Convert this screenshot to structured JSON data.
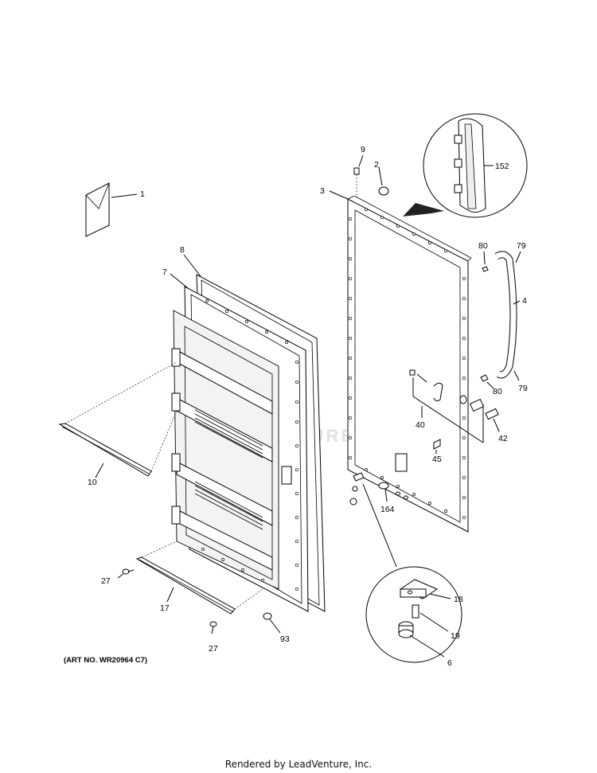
{
  "diagram": {
    "art_number": "(ART NO. WR20964 C7)",
    "footer": "Rendered by LeadVenture, Inc.",
    "watermark": "LEADVENTURE",
    "labels": {
      "p1": "1",
      "p2": "2",
      "p3": "3",
      "p4": "4",
      "p6": "6",
      "p7": "7",
      "p8": "8",
      "p9": "9",
      "p10": "10",
      "p17": "17",
      "p18": "18",
      "p19": "19",
      "p27a": "27",
      "p27b": "27",
      "p40": "40",
      "p42": "42",
      "p45": "45",
      "p79a": "79",
      "p79b": "79",
      "p80a": "80",
      "p80b": "80",
      "p93": "93",
      "p152": "152",
      "p164": "164"
    }
  }
}
